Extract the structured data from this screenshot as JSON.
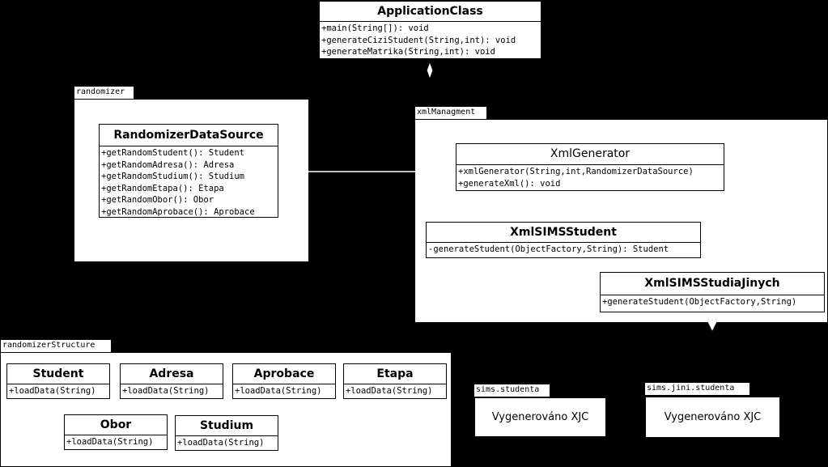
{
  "application_class": {
    "name": "ApplicationClass",
    "operations": [
      "+main(String[]): void",
      "+generateCiziStudent(String,int): void",
      "+generateMatrika(String,int): void"
    ]
  },
  "randomizer": {
    "package": "randomizer",
    "class_name": "RandomizerDataSource",
    "operations": [
      "+getRandomStudent(): Student",
      "+getRandomAdresa(): Adresa",
      "+getRandomStudium(): Studium",
      "+getRandomEtapa(): Etapa",
      "+getRandomObor(): Obor",
      "+getRandomAprobace(): Aprobace"
    ]
  },
  "xml_managment": {
    "package": "xmlManagment",
    "generator": {
      "name": "XmlGenerator",
      "operations": [
        "+xmlGenerator(String,int,RandomizerDataSource)",
        "+generateXml(): void"
      ]
    },
    "sims_student": {
      "name": "XmlSIMSStudent",
      "operations": [
        "-generateStudent(ObjectFactory,String): Student"
      ]
    },
    "sims_studia_jinych": {
      "name": "XmlSIMSStudiaJinych",
      "operations": [
        "+generateStudent(ObjectFactory,String)"
      ]
    }
  },
  "randomizer_structure": {
    "package": "randomizerStructure",
    "classes": [
      {
        "name": "Student",
        "op": "+loadData(String)"
      },
      {
        "name": "Adresa",
        "op": "+loadData(String)"
      },
      {
        "name": "Aprobace",
        "op": "+loadData(String)"
      },
      {
        "name": "Etapa",
        "op": "+loadData(String)"
      },
      {
        "name": "Obor",
        "op": "+loadData(String)"
      },
      {
        "name": "Studium",
        "op": "+loadData(String)"
      }
    ]
  },
  "generated_packages": [
    {
      "package": "sims.studenta",
      "text": "Vygenerováno XJC"
    },
    {
      "package": "sims.jini.studenta",
      "text": "Vygenerováno XJC"
    }
  ]
}
